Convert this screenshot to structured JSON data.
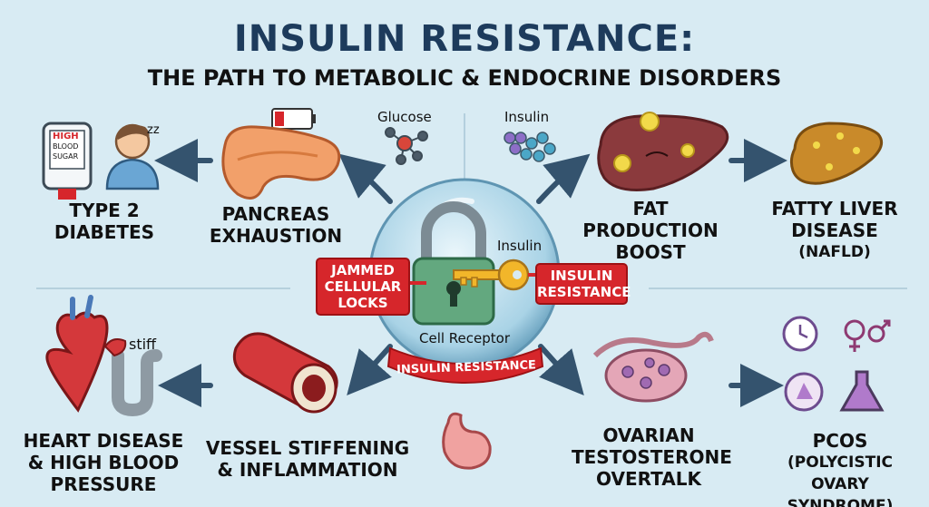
{
  "title": "INSULIN RESISTANCE:",
  "subtitle": "THE PATH TO METABOLIC & ENDOCRINE DISORDERS",
  "top_labels": {
    "glucose": "Glucose",
    "insulin": "Insulin"
  },
  "center": {
    "insulin_label": "Insulin",
    "receptor_label": "Cell Receptor",
    "locks_tag": [
      "JAMMED",
      "CELLULAR",
      "LOCKS"
    ],
    "resistance_tag": [
      "INSULIN",
      "RESISTANCE"
    ],
    "banner": "INSULIN RESISTANCE"
  },
  "meter": {
    "line1": "HIGH",
    "line2": "BLOOD",
    "line3": "SUGAR"
  },
  "stiff_label": "stiff",
  "sleep_icon": "zz",
  "nodes": {
    "type2": [
      "TYPE 2",
      "DIABETES"
    ],
    "pancreas": [
      "PANCREAS",
      "EXHAUSTION"
    ],
    "fat": [
      "FAT",
      "PRODUCTION",
      "BOOST"
    ],
    "fatty_liver": [
      "FATTY LIVER",
      "DISEASE",
      "(NAFLD)"
    ],
    "heart": [
      "HEART DISEASE",
      "& HIGH BLOOD",
      "PRESSURE"
    ],
    "vessel": [
      "VESSEL STIFFENING",
      "& INFLAMMATION"
    ],
    "ovarian": [
      "OVARIAN",
      "TESTOSTERONE",
      "OVERTALK"
    ],
    "pcos": [
      "PCOS",
      "(POLYCISTIC",
      "OVARY SYNDROME)"
    ]
  },
  "colors": {
    "title": "#1d3b5c",
    "tag_red": "#d6262b",
    "arrow": "#34536e",
    "background": "#d8ebf3"
  }
}
